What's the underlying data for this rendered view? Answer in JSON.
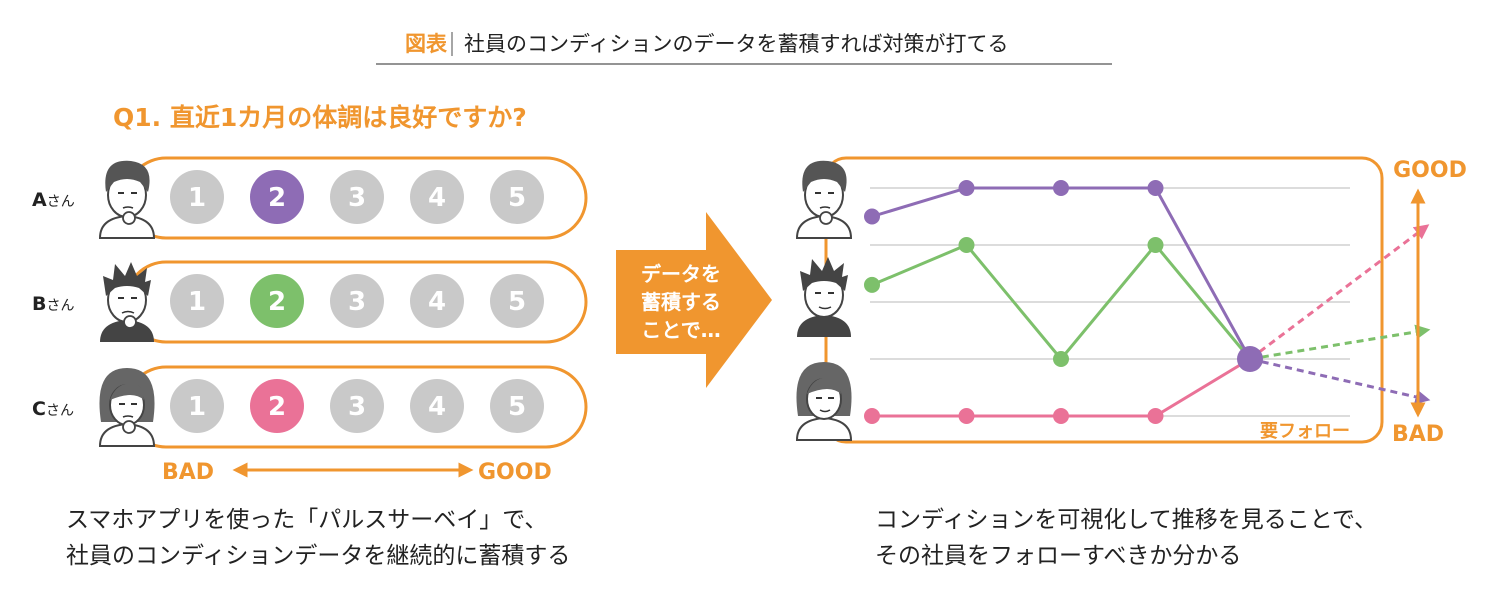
{
  "header": {
    "tag": "図表",
    "title": "社員のコンディションのデータを蓄積すれば対策が打てる"
  },
  "survey": {
    "question": "Q1. 直近1カ月の体調は良好ですか?",
    "scale": [
      "1",
      "2",
      "3",
      "4",
      "5"
    ],
    "respondents": [
      {
        "letter": "A",
        "suffix": "さん",
        "answer": 2,
        "color": "#8e6cb5"
      },
      {
        "letter": "B",
        "suffix": "さん",
        "answer": 2,
        "color": "#7dc06b"
      },
      {
        "letter": "C",
        "suffix": "さん",
        "answer": 2,
        "color": "#ea7297"
      }
    ],
    "bad_label": "BAD",
    "good_label": "GOOD"
  },
  "arrow": {
    "lines": [
      "データを",
      "蓄積する",
      "ことで…"
    ]
  },
  "chart": {
    "good_label": "GOOD",
    "bad_label": "BAD",
    "follow_label": "要フォロー"
  },
  "chart_data": {
    "type": "line",
    "x": [
      0,
      1,
      2,
      3,
      4,
      5
    ],
    "ylim": [
      1,
      5
    ],
    "series": [
      {
        "color": "#8e6cb5",
        "values": [
          4.5,
          5,
          5,
          5,
          2,
          null
        ],
        "projection": 1.3
      },
      {
        "color": "#7dc06b",
        "values": [
          3.3,
          4,
          2,
          4,
          2,
          null
        ],
        "projection": 2.5
      },
      {
        "color": "#ea7297",
        "values": [
          1,
          1,
          1,
          1,
          2,
          null
        ],
        "projection": 4.3
      }
    ]
  },
  "captions": {
    "left": [
      "スマホアプリを使った「パルスサーベイ」で、",
      "社員のコンディションデータを継続的に蓄積する"
    ],
    "right": [
      "コンディションを可視化して推移を見ることで、",
      "その社員をフォローすべきか分かる"
    ]
  },
  "colors": {
    "accent": "#f0962f",
    "track_grey": "#c9c9c9"
  }
}
